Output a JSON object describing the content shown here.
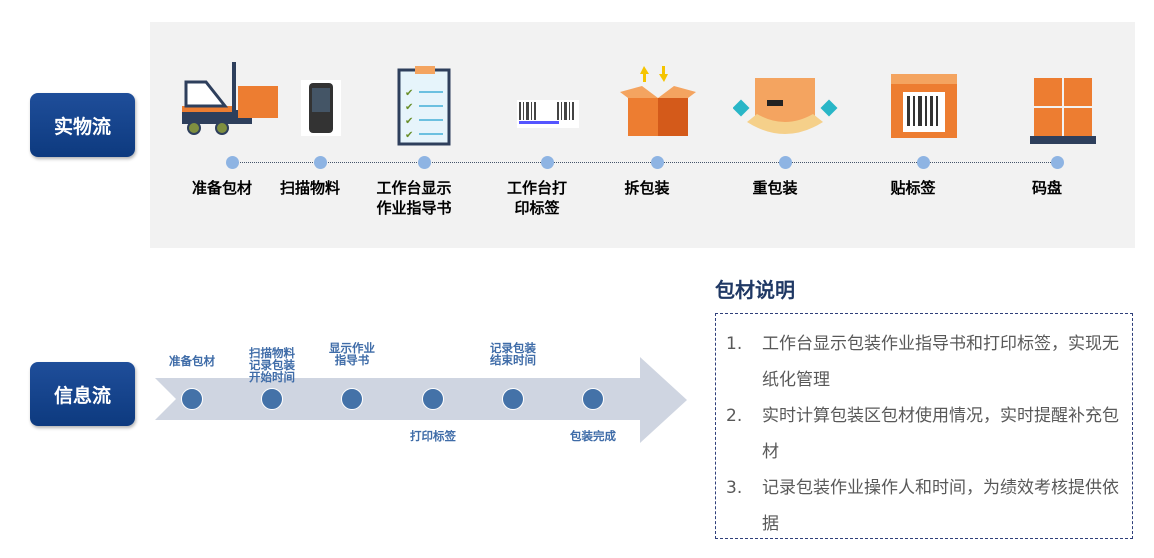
{
  "physical": {
    "label": "实物流",
    "steps": [
      "准备包材",
      "扫描物料",
      "工作台显示\n作业指导书",
      "工作台打\n印标签",
      "拆包装",
      "重包装",
      "贴标签",
      "码盘"
    ]
  },
  "info": {
    "label": "信息流",
    "top_labels": [
      "准备包材",
      "扫描物料\n记录包装\n开始时间",
      "显示作业\n指导书",
      "记录包装\n结束时间"
    ],
    "bottom_labels": [
      "打印标签",
      "包装完成"
    ]
  },
  "notes": {
    "title": "包材说明",
    "items": [
      {
        "n": "1.",
        "text": "工作台显示包装作业指导书和打印标签，实现无纸化管理"
      },
      {
        "n": "2.",
        "text": "实时计算包装区包材使用情况，实时提醒补充包材"
      },
      {
        "n": "3.",
        "text": "记录包装作业操作人和时间，为绩效考核提供依据"
      }
    ]
  },
  "colors": {
    "badge": "#0d3a7f",
    "dot": "#8eb4e3",
    "circle": "#4472a8",
    "arrow": "#cfd5e1",
    "title": "#1f3864"
  }
}
